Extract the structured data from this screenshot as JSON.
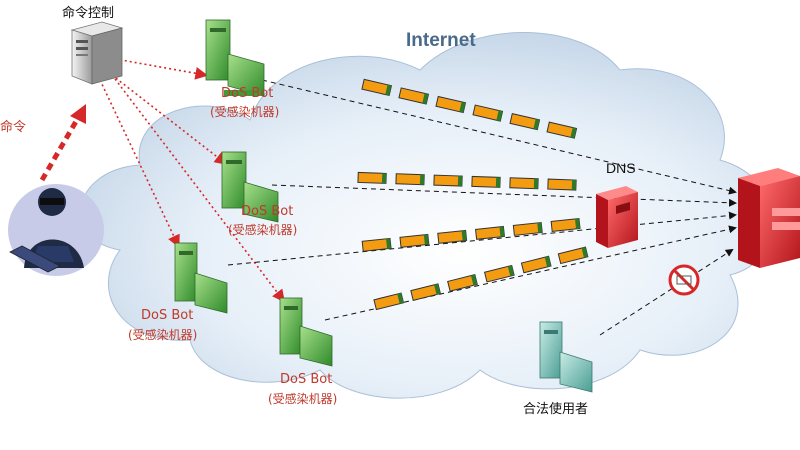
{
  "labels": {
    "command_control": "命令控制",
    "command_side": "命令",
    "internet": "Internet",
    "dns": "DNS",
    "legit_user": "合法使用者"
  },
  "bots": [
    {
      "title": "DoS Bot",
      "subtitle": "(受感染机器)"
    },
    {
      "title": "DoS Bot",
      "subtitle": "(受感染机器)"
    },
    {
      "title": "DoS Bot",
      "subtitle": "(受感染机器)"
    },
    {
      "title": "DoS Bot",
      "subtitle": "(受感染机器)"
    }
  ],
  "icons": {
    "controller": "server-tower-icon",
    "attacker": "hacker-at-laptop-icon",
    "bot": "infected-computer-icon",
    "dns": "dns-server-icon",
    "target": "target-server-icon",
    "user": "legitimate-user-computer-icon",
    "blocked": "blocked-sign-icon",
    "packet": "attack-packet-icon"
  },
  "colors": {
    "bot_green": "#3f9b3a",
    "alert_red": "#d62828",
    "packet_orange": "#f39c12",
    "cloud": "#cfdfee",
    "user_teal": "#5aa9a0"
  }
}
